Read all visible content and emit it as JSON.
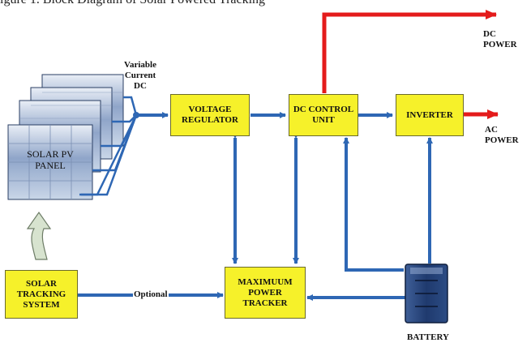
{
  "caption": "igure 1. Block Diagram of Solar Powered Tracking",
  "blocks": {
    "voltage_regulator": "VOLTAGE\nREGULATOR",
    "dc_control_unit": "DC CONTROL\nUNIT",
    "inverter": "INVERTER",
    "solar_tracking_system": "SOLAR\nTRACKING\nSYSTEM",
    "maximum_power_tracker": "MAXIMUUM\nPOWER TRACKER",
    "solar_pv_panel": "SOLAR PV\nPANEL",
    "battery": "BATTERY"
  },
  "labels": {
    "variable_current": "Variable\nCurrent\nDC",
    "dc_power": "DC POWER",
    "ac_power": "AC POWER",
    "optional": "Optional"
  },
  "colors": {
    "block_fill": "#f6f12a",
    "connector": "#2e67b4",
    "output_arrow": "#e41b1b",
    "panel_blue": "#6e88b3",
    "battery_blue": "#1f3a6e",
    "tracking_arrow": "#d7e3cf"
  }
}
